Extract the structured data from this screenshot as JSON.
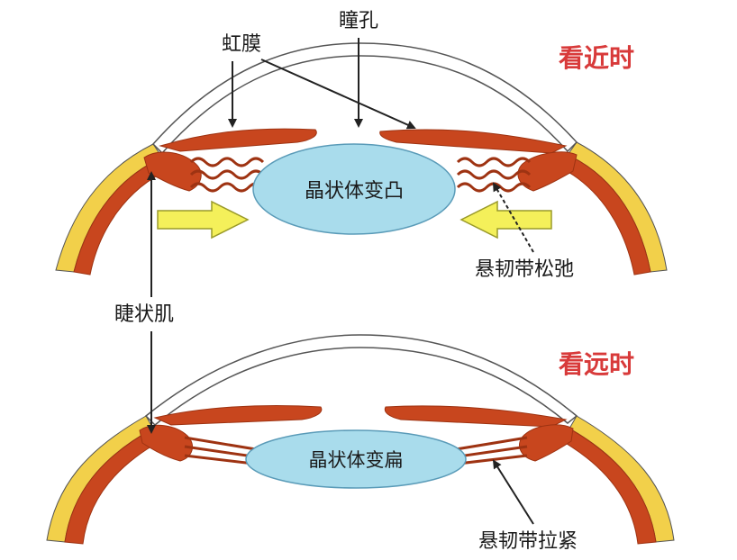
{
  "colors": {
    "sclera_white": "#ffffff",
    "outline": "#555555",
    "yellow_layer": "#f2d04a",
    "muscle_red": "#c8461e",
    "muscle_dark": "#9e3312",
    "fiber_yellow": "#f7e39a",
    "lens_fill": "#a9dcec",
    "lens_stroke": "#5a9bb8",
    "arrow_yellow": "#f4f05a",
    "arrow_stroke": "#9a9a2a",
    "title_red": "#d83a3a"
  },
  "labels": {
    "iris": "虹膜",
    "pupil": "瞳孔",
    "ciliary_muscle": "睫状肌",
    "zonule_relaxed": "悬韧带松弛",
    "zonule_tight": "悬韧带拉紧"
  },
  "near": {
    "title": "看近时",
    "lens_label": "晶状体变凸"
  },
  "far": {
    "title": "看远时",
    "lens_label": "晶状体变扁"
  }
}
